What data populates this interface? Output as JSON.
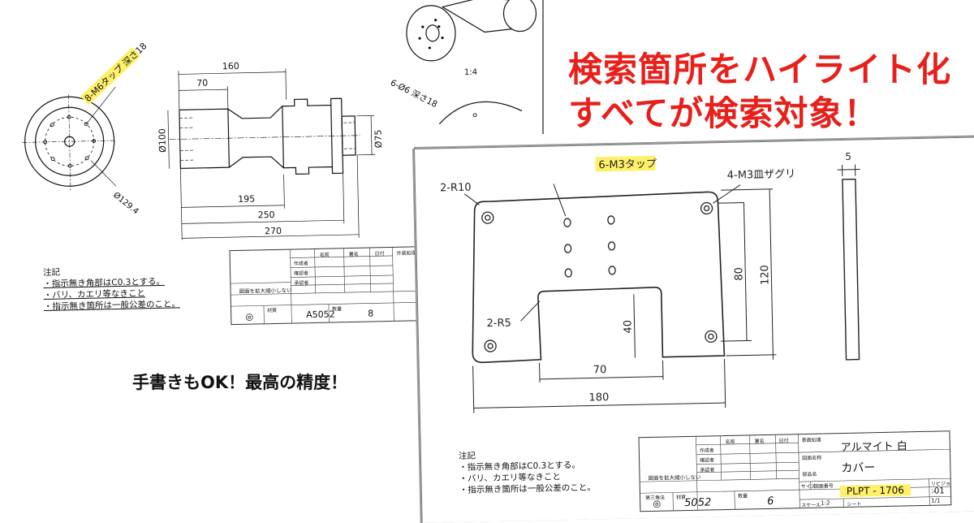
{
  "headline": {
    "line1": "検索箇所をハイライト化",
    "line2": "すべてが検索対象！",
    "color": "#e8201c"
  },
  "subheadline": "手書きもOK！最高の精度！",
  "drawing_top": {
    "dims": {
      "d160": "160",
      "d70": "70",
      "d195": "195",
      "d250": "250",
      "d270": "270",
      "dia100": "Ø100",
      "dia75": "Ø75",
      "dia129": "Ø129.4"
    },
    "tap_label": "8-M6タップ 深さ18",
    "hole_label": "6-Ø6 深さ18",
    "scale": "1:4",
    "notes_title": "注記",
    "notes": [
      "・指示無き角部はC0.3とする。",
      "・バリ、カエリ等なきこと",
      "・指示無き箇所は一般公差のこと。"
    ],
    "title_block": {
      "material_label": "材質",
      "material": "A5052",
      "qty_label": "数量",
      "qty": "8",
      "note": "図面を拡大縮小しない",
      "roles": [
        "作成者",
        "確認者",
        "承認者"
      ],
      "cols": [
        "名前",
        "署名",
        "日付",
        "外装処理"
      ]
    }
  },
  "drawing_bottom": {
    "r10": "2-R10",
    "tap": "6-M3タップ",
    "counter": "4-M3皿ザグリ",
    "thick": "5",
    "r5": "2-R5",
    "d80": "80",
    "d120": "120",
    "d40": "40",
    "d70": "70",
    "d180": "180",
    "notes_title": "注記",
    "notes": [
      "・指示無き角部はC0.3とする。",
      "・バリ、カエリ等なきこと",
      "・指示無き箇所は一般公差のこと。"
    ],
    "title_block": {
      "finish": "アルマイト 白",
      "name": "カバー",
      "part_no": "PLPT - 1706",
      "rev": "01",
      "scale": "1:2",
      "sheet": "1/1",
      "material": "5052",
      "qty": "6",
      "note": "図面を拡大縮小しない",
      "roles": [
        "作成者",
        "確認者",
        "承認者"
      ],
      "cols": [
        "名前",
        "署名",
        "日付",
        "表面処理"
      ],
      "labels": {
        "drawing_name": "図面名称",
        "size": "サイズ",
        "drawing_no": "図面番号",
        "revision": "リビジョン",
        "scale_label": "スケール",
        "sheet_label": "シート",
        "material_label": "材質",
        "qty_label": "数量",
        "method": "第三角法",
        "part": "部品名"
      }
    }
  },
  "highlight_color": "#fff06a"
}
